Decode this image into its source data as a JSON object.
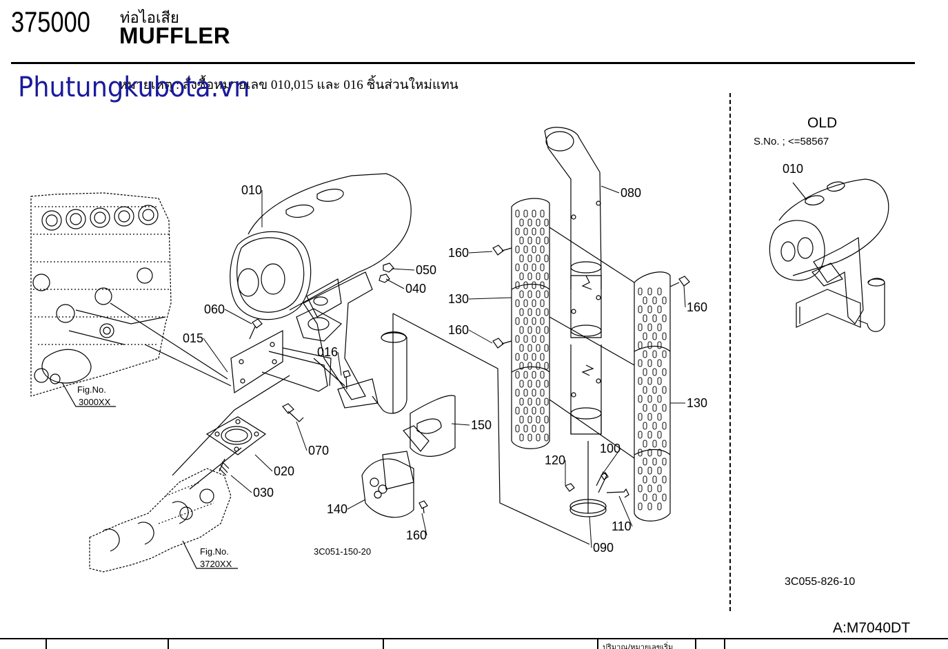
{
  "header": {
    "part_group_code": "375000",
    "title_thai": "ท่อไอเสีย",
    "title_en": "MUFFLER"
  },
  "note_text": "หมายเหตุ : สั่งซื้อหมายเลข 010,015 และ 016 ชิ้นส่วนใหม่แทน",
  "watermark": "Phutungkubota.vn",
  "old_section": {
    "title": "OLD",
    "serial_text": "S.No. ; <=58567",
    "part_label": "010",
    "drawing_ref": "3C055-826-10"
  },
  "callouts": [
    {
      "id": "c010",
      "label": "010"
    },
    {
      "id": "c015",
      "label": "015"
    },
    {
      "id": "c016",
      "label": "016"
    },
    {
      "id": "c020",
      "label": "020"
    },
    {
      "id": "c030",
      "label": "030"
    },
    {
      "id": "c040",
      "label": "040"
    },
    {
      "id": "c050",
      "label": "050"
    },
    {
      "id": "c060",
      "label": "060"
    },
    {
      "id": "c070",
      "label": "070"
    },
    {
      "id": "c080",
      "label": "080"
    },
    {
      "id": "c090",
      "label": "090"
    },
    {
      "id": "c100",
      "label": "100"
    },
    {
      "id": "c110",
      "label": "110"
    },
    {
      "id": "c120",
      "label": "120"
    },
    {
      "id": "c130a",
      "label": "130"
    },
    {
      "id": "c130b",
      "label": "130"
    },
    {
      "id": "c140",
      "label": "140"
    },
    {
      "id": "c150",
      "label": "150"
    },
    {
      "id": "c160a",
      "label": "160"
    },
    {
      "id": "c160b",
      "label": "160"
    },
    {
      "id": "c160c",
      "label": "160"
    },
    {
      "id": "c160d",
      "label": "160"
    }
  ],
  "fig_refs": [
    {
      "fig": "Fig.No.",
      "num": "3000XX"
    },
    {
      "fig": "Fig.No.",
      "num": "3720XX"
    }
  ],
  "drawing_ref_main": "3C051-150-20",
  "model": "A:M7040DT",
  "table_header_partial": "ปริมาณ/หมายเลขเริ่ม"
}
